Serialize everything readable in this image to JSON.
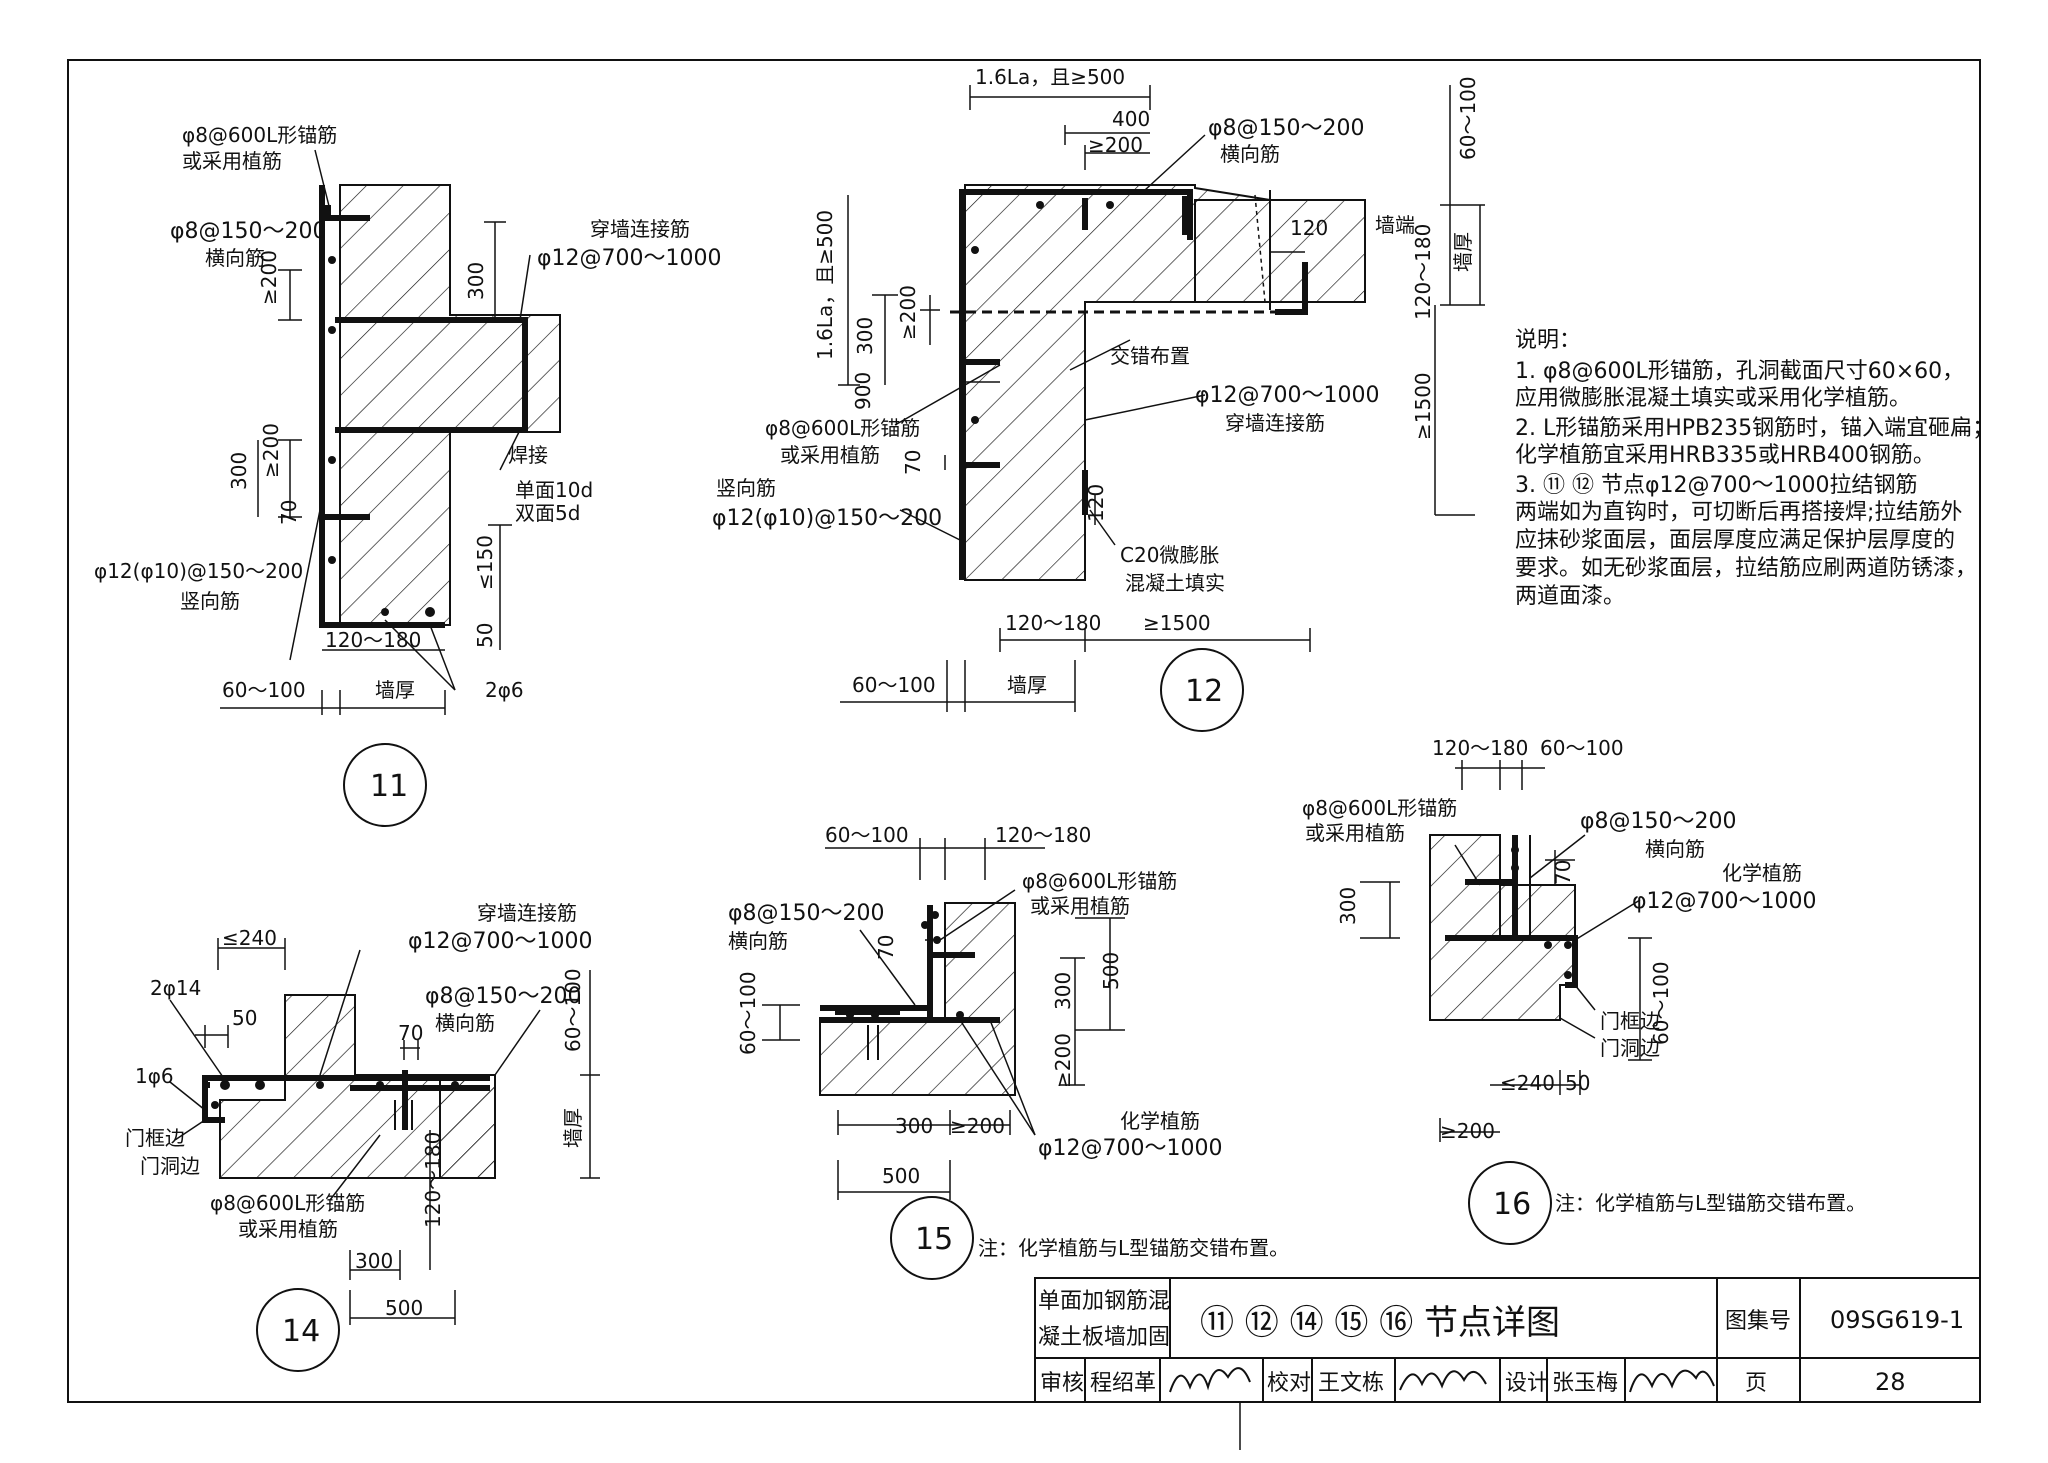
{
  "notes": {
    "heading": "说明：",
    "lines": [
      "1. φ8@600L形锚筋，孔洞截面尺寸60×60，",
      "    应用微膨胀混凝土填实或采用化学植筋。",
      "2. L形锚筋采用HPB235钢筋时，锚入端宜砸扁；",
      "    化学植筋宜采用HRB335或HRB400钢筋。",
      "3. ⑪ ⑫ 节点φ12@700～1000拉结钢筋",
      "    两端如为直钩时，可切断后再搭接焊;拉结筋外",
      "    应抹砂浆面层，面层厚度应满足保护层厚度的",
      "    要求。如无砂浆面层，拉结筋应刷两道防锈漆，",
      "    两道面漆。"
    ]
  },
  "node11": {
    "id": "11",
    "l_anchor": "φ8@600L形锚筋",
    "l_anchor_alt": "或采用植筋",
    "transverse": "φ8@150～200",
    "transverse_name": "横向筋",
    "through_name": "穿墙连接筋",
    "through_spec": "φ12@700～1000",
    "vertical": "φ12(φ10)@150～200",
    "vertical_name": "竖向筋",
    "weld": "焊接",
    "weld_single": "单面10d",
    "weld_double": "双面5d",
    "d300a": "300",
    "d200a": "≥200",
    "d300b": "300",
    "d200b": "≥200",
    "d70": "70",
    "d150": "≤150",
    "d50": "50",
    "d120": "120～180",
    "d60": "60～100",
    "wall": "墙厚",
    "bar2": "2φ6"
  },
  "node12": {
    "id": "12",
    "top_dim": "1.6La，且≥500",
    "d400": "400",
    "d200": "≥200",
    "transverse": "φ8@150～200",
    "transverse_name": "横向筋",
    "end_wall": "墙端",
    "d120": "120",
    "left_dim": "1.6La，且≥500",
    "d300": "300",
    "d200v": "≥200",
    "d900": "900",
    "staggered": "交错布置",
    "through_spec": "φ12@700～1000",
    "through_name": "穿墙连接筋",
    "l_anchor": "φ8@600L形锚筋",
    "l_anchor_alt": "或采用植筋",
    "d70": "70",
    "vertical_name": "竖向筋",
    "vertical": "φ12(φ10)@150～200",
    "d120b": "120",
    "c20": "C20微膨胀",
    "c20b": "混凝土填实",
    "d120180": "120～180",
    "d1500": "≥1500",
    "d60": "60～100",
    "wall": "墙厚",
    "r60": "60～100",
    "r120": "120～180",
    "rwall": "墙厚",
    "r1500": "≥1500"
  },
  "node14": {
    "id": "14",
    "d240": "≤240",
    "bar2": "2φ14",
    "d50": "50",
    "bar1": "1φ6",
    "frame_edge": "门框边",
    "opening_edge": "门洞边",
    "through_name": "穿墙连接筋",
    "through_spec": "φ12@700～1000",
    "transverse": "φ8@150～200",
    "transverse_name": "横向筋",
    "d70": "70",
    "d60": "60～100",
    "wall": "墙厚",
    "d120": "120～180",
    "l_anchor": "φ8@600L形锚筋",
    "l_anchor_alt": "或采用植筋",
    "d300": "300",
    "d500": "500"
  },
  "node15": {
    "id": "15",
    "d60": "60～100",
    "d120": "120～180",
    "l_anchor": "φ8@600L形锚筋",
    "l_anchor_alt": "或采用植筋",
    "transverse": "φ8@150～200",
    "transverse_name": "横向筋",
    "d70": "70",
    "d60v": "60～100",
    "d300": "300",
    "d500v": "500",
    "d200v": "≥200",
    "chem": "化学植筋",
    "chem_spec": "φ12@700～1000",
    "d300h": "300",
    "d200h": "≥200",
    "d500h": "500",
    "note": "注：化学植筋与L型锚筋交错布置。"
  },
  "node16": {
    "id": "16",
    "d120": "120～180",
    "d60": "60～100",
    "l_anchor": "φ8@600L形锚筋",
    "l_anchor_alt": "或采用植筋",
    "transverse": "φ8@150～200",
    "transverse_name": "横向筋",
    "d70": "70",
    "chem": "化学植筋",
    "chem_spec": "φ12@700～1000",
    "d300": "300",
    "frame_edge": "门框边",
    "opening_edge": "门洞边",
    "d60v": "60～100",
    "d240": "≤240",
    "d50": "50",
    "d200": "≥200",
    "note": "注：化学植筋与L型锚筋交错布置。"
  },
  "title_block": {
    "desc_line1": "单面加钢筋混",
    "desc_line2": "凝土板墙加固",
    "title": "⑪ ⑫ ⑭ ⑮ ⑯ 节点详图",
    "atlas_label": "图集号",
    "atlas_no": "09SG619-1",
    "review_label": "审核",
    "reviewer": "程绍革",
    "check_label": "校对",
    "checker": "王文栋",
    "design_label": "设计",
    "designer": "张玉梅",
    "page_label": "页",
    "page_no": "28"
  }
}
